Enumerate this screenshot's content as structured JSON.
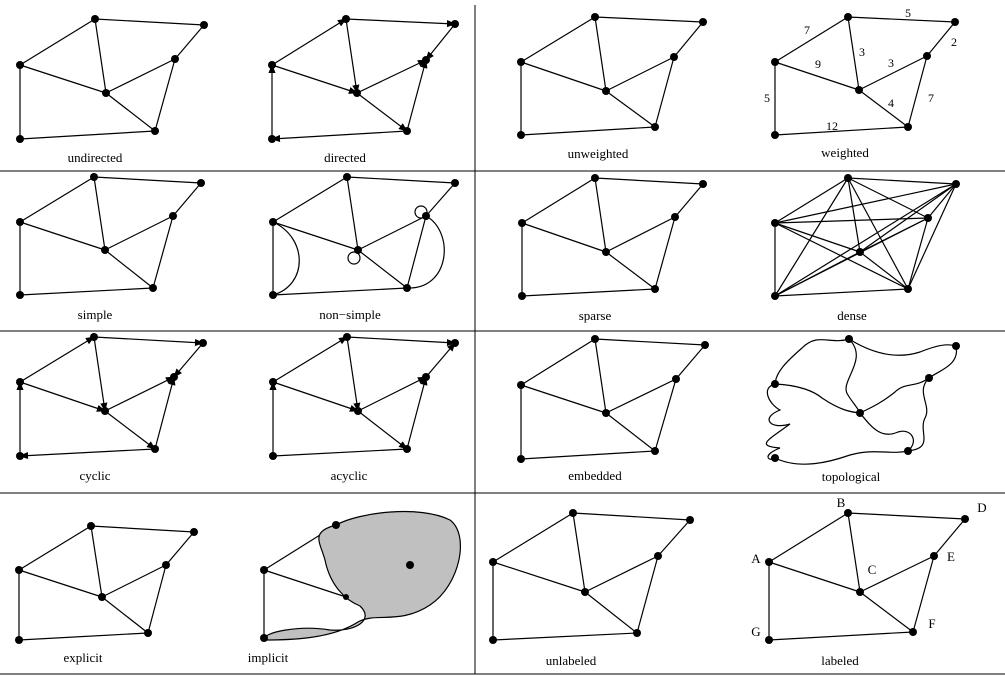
{
  "captions": {
    "undirected": "undirected",
    "directed": "directed",
    "unweighted": "unweighted",
    "weighted": "weighted",
    "simple": "simple",
    "non_simple": "non−simple",
    "sparse": "sparse",
    "dense": "dense",
    "cyclic": "cyclic",
    "acyclic": "acyclic",
    "embedded": "embedded",
    "topological": "topological",
    "explicit": "explicit",
    "implicit": "implicit",
    "unlabeled": "unlabeled",
    "labeled": "labeled"
  },
  "edge_weights": [
    "7",
    "5",
    "2",
    "9",
    "3",
    "3",
    "5",
    "4",
    "7",
    "12"
  ],
  "vertex_labels": [
    "A",
    "B",
    "C",
    "D",
    "E",
    "F",
    "G"
  ],
  "colors": {
    "ink": "#000000",
    "implicit_fill": "#c0c0c0",
    "background": "#ffffff"
  }
}
